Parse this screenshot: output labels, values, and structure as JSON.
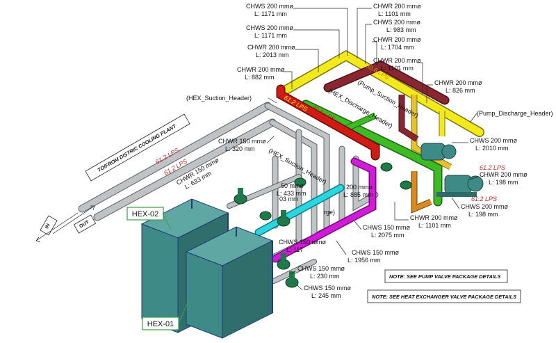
{
  "title_banner": "TO/FROM DISTRIC COOLING PLANT",
  "direction_in": "IN",
  "direction_out": "OUT",
  "equipment": {
    "hex_02": "HEX-02",
    "hex_01": "HEX-01"
  },
  "headers": {
    "hex_suction": "(HEX_Suction_Header)",
    "hex_discharge": "(HEX_Discharge_Header)",
    "pump_suction": "(Pump_Suction_Header)",
    "pump_discharge": "(Pump_Discharge_Header)",
    "hex_suction_2": "(HEX_Suction_Header)",
    "hex_discharge_2": "(HEX_Discharge_Header)"
  },
  "flow_labels": {
    "plant_1": "61.2 LPS",
    "plant_2": "61.2 LPS",
    "red_header": "61.2 LPS",
    "green_header": "30.6 LPS",
    "yellow_header": "30.6 LPS",
    "pump_1": "61.2 LPS",
    "pump_2": "61.2 LPS"
  },
  "pipe_callouts": [
    {
      "id": "c1",
      "line1": "CHWS 200 mmø",
      "line2": "L: 1171 mm"
    },
    {
      "id": "c2",
      "line1": "CHWS 200 mmø",
      "line2": "L: 1171 mm"
    },
    {
      "id": "c3",
      "line1": "CHWR 200 mmø",
      "line2": "L: 2013 mm"
    },
    {
      "id": "c4",
      "line1": "CHWR 200 mmø",
      "line2": "L: 882 mm"
    },
    {
      "id": "c5",
      "line1": "CHWR 200 mmø",
      "line2": "L: 1101 mm"
    },
    {
      "id": "c6",
      "line1": "CHWS 200 mmø",
      "line2": "L: 983 mm"
    },
    {
      "id": "c7",
      "line1": "CHWR 200 mmø",
      "line2": "L: 1704 mm"
    },
    {
      "id": "c8",
      "line1": "CHWR 200 mmø",
      "line2": "L: 1101 mm"
    },
    {
      "id": "c9",
      "line1": "CHWR 200 mmø",
      "line2": "L: 826 mm"
    },
    {
      "id": "c10",
      "line1": "CHWR 150 mmø",
      "line2": "L: 320 mm"
    },
    {
      "id": "c11",
      "line1": "CHWS 200 mmø",
      "line2": "L: 2010 mm"
    },
    {
      "id": "c12",
      "line1": "CHWR 200 mmø",
      "line2": "L: 198 mm"
    },
    {
      "id": "c13",
      "line1": "CHWS 200 mmø",
      "line2": "L: 198 mm"
    },
    {
      "id": "c14",
      "line1": "CHWR 150 mmø",
      "line2": "L: 633 mm"
    },
    {
      "id": "c15",
      "line1": "CHWR 200 mmø",
      "line2": "L: 1101 mm"
    },
    {
      "id": "c16",
      "line1": "CHWS 150 mmø",
      "line2": "L: 2075 mm"
    },
    {
      "id": "c17",
      "line1": "CHWS 150 mmø",
      "line2": "L: 1956 mm"
    },
    {
      "id": "c18",
      "line1": "CHWS 150 mmø",
      "line2": "L: 117"
    },
    {
      "id": "c19",
      "line1": "CHWS 150 mmø",
      "line2": "L: 230 mm"
    },
    {
      "id": "c20",
      "line1": "CHWS 150 mmø",
      "line2": "L: 245 mm"
    },
    {
      "id": "c21",
      "line1": "200 mmø",
      "line2": "L: 885 mm"
    },
    {
      "id": "c22",
      "line1": "50 mmø",
      "line2": "L: 433 mm"
    },
    {
      "id": "c23",
      "line1": "03 mm",
      "line2": ""
    },
    {
      "id": "c24",
      "line1": "rge)",
      "line2": ""
    }
  ],
  "notes": {
    "pump": "NOTE: SEE PUMP VALVE PACKAGE DETAILS",
    "hex": "NOTE: SEE HEAT EXCHANGER VALVE PACKAGE DETAILS"
  },
  "colors": {
    "chws_supply_yellow": "#f2ea1a",
    "chwr_return_red": "#d01a14",
    "green_pipe": "#3dbb23",
    "maroon_pipe": "#8a2630",
    "cyan_pipe": "#2ad6e0",
    "magenta_pipe": "#d21bd8",
    "orange_pipe": "#d98a1a",
    "hex_body": "#3d8a86",
    "valve_green": "#1f7a4a",
    "label_red": "#d3242a"
  }
}
